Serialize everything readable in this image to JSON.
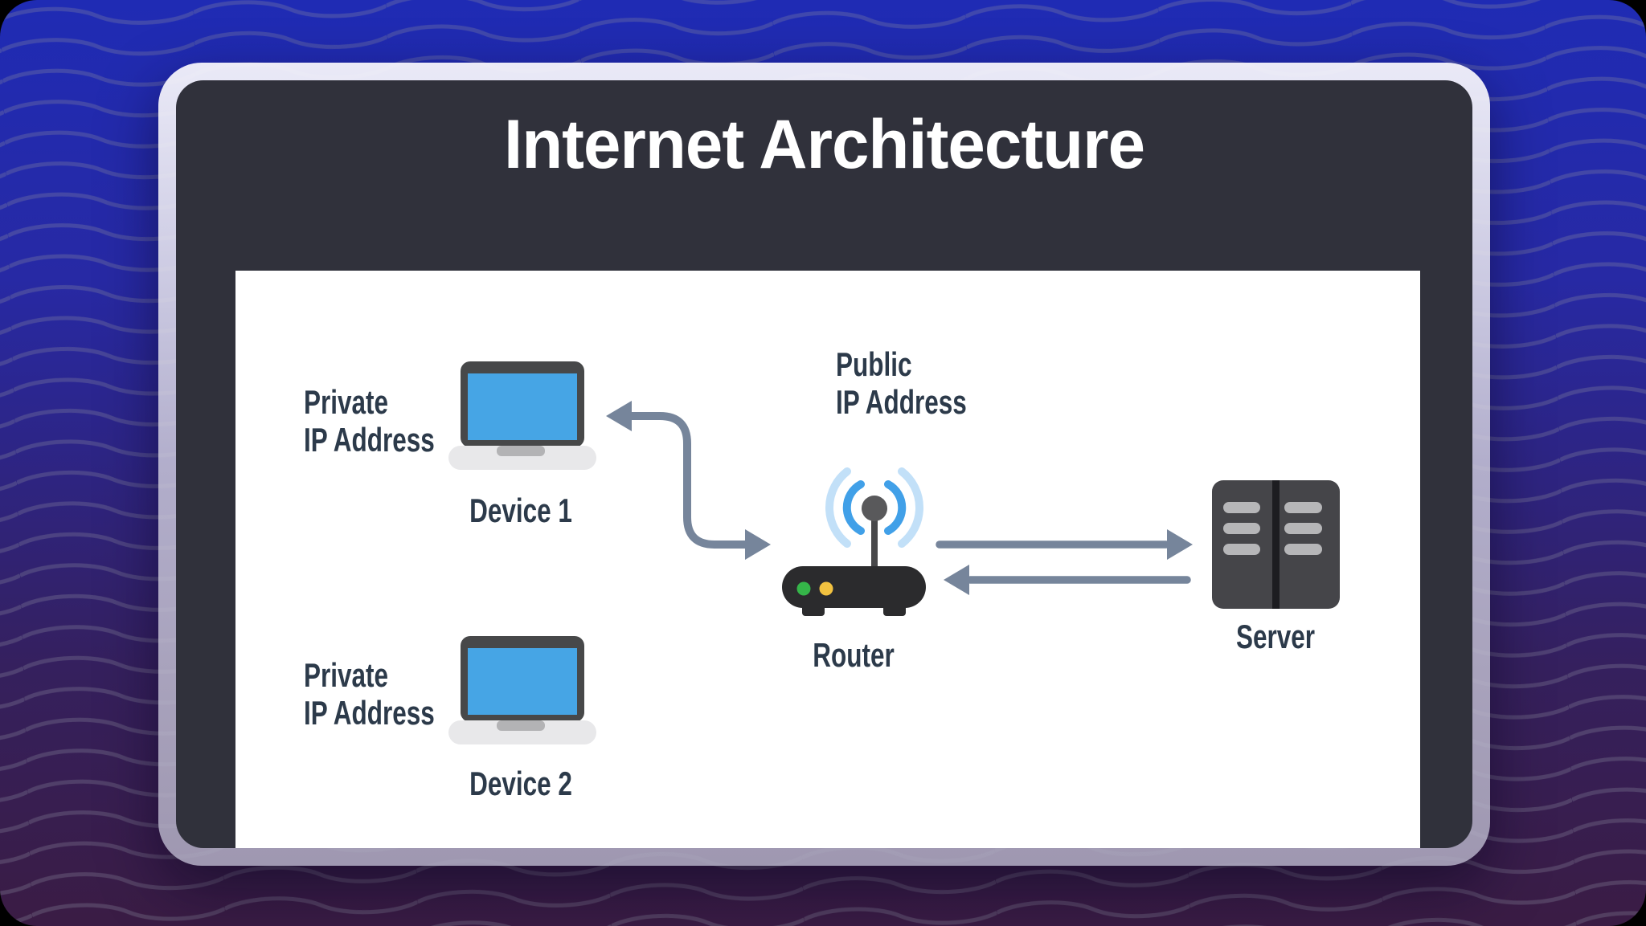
{
  "title": "Internet Architecture",
  "diagram": {
    "device1": {
      "label": "Device 1",
      "ip": "Private\nIP Address"
    },
    "device2": {
      "label": "Device 2",
      "ip": "Private\nIP Address"
    },
    "router": {
      "label": "Router",
      "ip": "Public\nIP Address"
    },
    "server": {
      "label": "Server"
    },
    "connections": [
      {
        "from": "Device 1",
        "to": "Router",
        "style": "elbow-double-arrow"
      },
      {
        "from": "Router",
        "to": "Server",
        "style": "straight-arrow-right"
      },
      {
        "from": "Server",
        "to": "Router",
        "style": "straight-arrow-left"
      }
    ]
  },
  "icons": [
    "laptop-icon",
    "laptop-icon",
    "wifi-signal-icon",
    "router-icon",
    "server-icon"
  ],
  "colors": {
    "background_top": "#1F2BB4",
    "background_bottom": "#3A1C44",
    "wave_line": "#8C8CA0",
    "card_border": "#C9C6D8",
    "panel_dark": "#30313B",
    "content_background": "#FFFFFF",
    "title_text": "#FFFFFF",
    "label_text": "#2C3A4A",
    "arrow": "#76859B",
    "laptop_screen_blue": "#46A5E5",
    "laptop_bezel": "#474849",
    "laptop_base": "#E8E8EA",
    "router_body": "#2B2B2D",
    "led_green": "#35B549",
    "led_yellow": "#F2C240",
    "wifi_inner_blue": "#41A0E8",
    "wifi_outer_blue": "#C2E0F8",
    "server_body": "#454549",
    "server_divider": "#1D1D21",
    "server_slat": "#B6B6B8"
  }
}
